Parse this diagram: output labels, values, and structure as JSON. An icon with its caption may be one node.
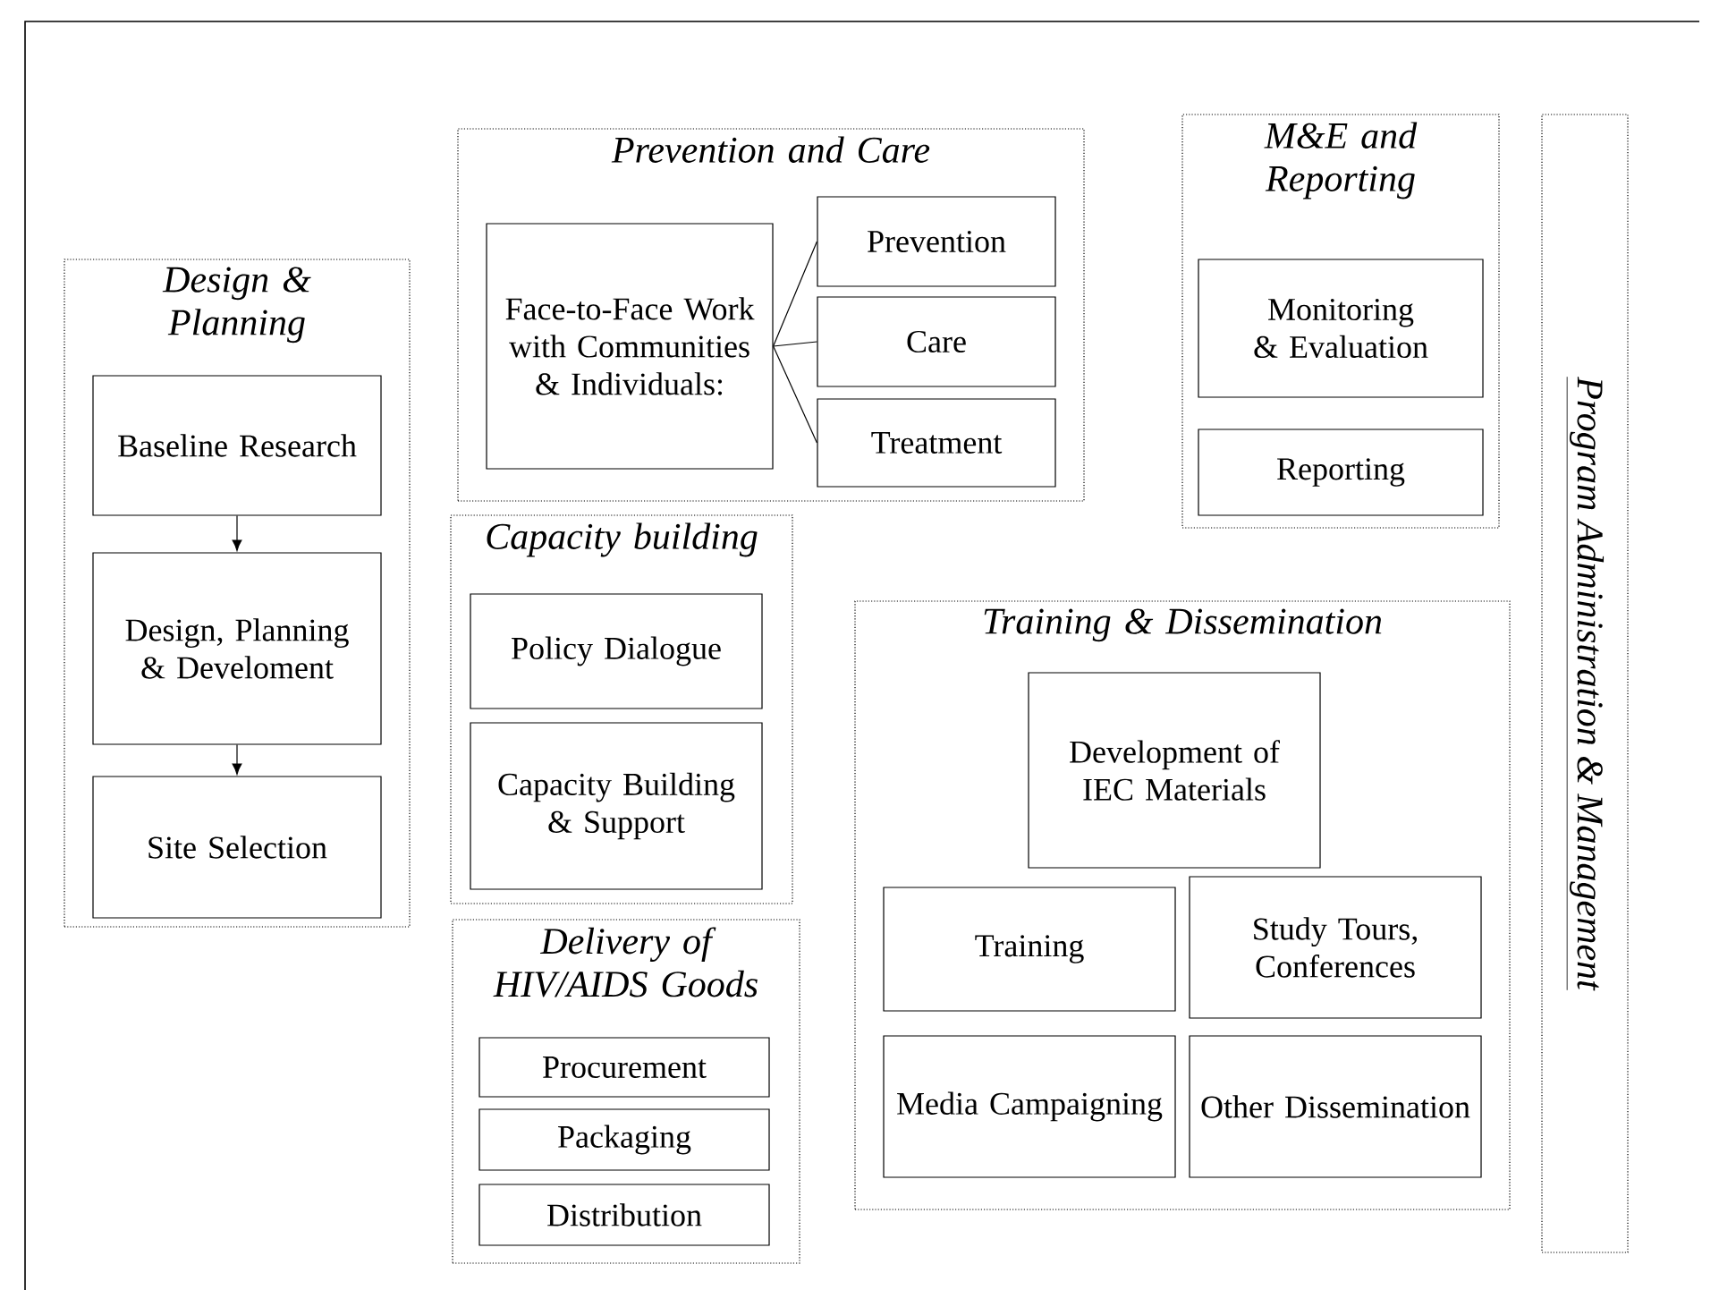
{
  "diagram": {
    "nodes": [
      {
        "text": [
          "Design & Planning"
        ]
      },
      {
        "text": [
          "Baseline Research"
        ],
        "in": 0
      },
      {
        "text": [
          "Design, Planning & Develoment"
        ],
        "in": 0
      },
      {
        "text": [
          "Site Selection"
        ],
        "in": 0
      },
      {
        "text": [
          "Prevention and Care"
        ]
      },
      {
        "text": [
          "Face-to-Face Work with Communities & Individuals:"
        ],
        "in": 4
      },
      {
        "text": [
          "Prevention"
        ],
        "in": 4
      },
      {
        "text": [
          "Care"
        ],
        "in": 4
      },
      {
        "text": [
          "Treatment"
        ],
        "in": 4
      },
      {
        "text": [
          "M&E and Reporting"
        ]
      },
      {
        "text": [
          "Monitoring & Evaluation"
        ],
        "in": 9
      },
      {
        "text": [
          "Reporting"
        ],
        "in": 9
      },
      {
        "text": [
          "Program Administration & Management"
        ]
      },
      {
        "text": [
          "Capacity building"
        ]
      },
      {
        "text": [
          "Policy Dialogue"
        ],
        "in": 13
      },
      {
        "text": [
          "Capacity Building & Support"
        ],
        "in": 13
      },
      {
        "text": [
          "Delivery of HIV/AIDS Goods"
        ]
      },
      {
        "text": [
          "Procurement"
        ],
        "in": 16
      },
      {
        "text": [
          "Packaging"
        ],
        "in": 16
      },
      {
        "text": [
          "Distribution"
        ],
        "in": 16
      },
      {
        "text": [
          "Training & Dissemination"
        ]
      },
      {
        "text": [
          "Development of IEC Materials"
        ],
        "in": 20
      },
      {
        "text": [
          "Training"
        ],
        "in": 20
      },
      {
        "text": [
          "Study Tours, Conferences"
        ],
        "in": 20
      },
      {
        "text": [
          "Media Campaigning"
        ],
        "in": 20
      },
      {
        "text": [
          "Other Dissemination"
        ],
        "in": 20
      }
    ],
    "edges": [
      {
        "from": 1,
        "to": 2,
        "arrow": "to"
      },
      {
        "from": 2,
        "to": 3,
        "arrow": "to"
      },
      {
        "from": 5,
        "to": 6,
        "arrow": "none"
      },
      {
        "from": 5,
        "to": 7,
        "arrow": "none"
      },
      {
        "from": 5,
        "to": 8,
        "arrow": "none"
      }
    ]
  }
}
